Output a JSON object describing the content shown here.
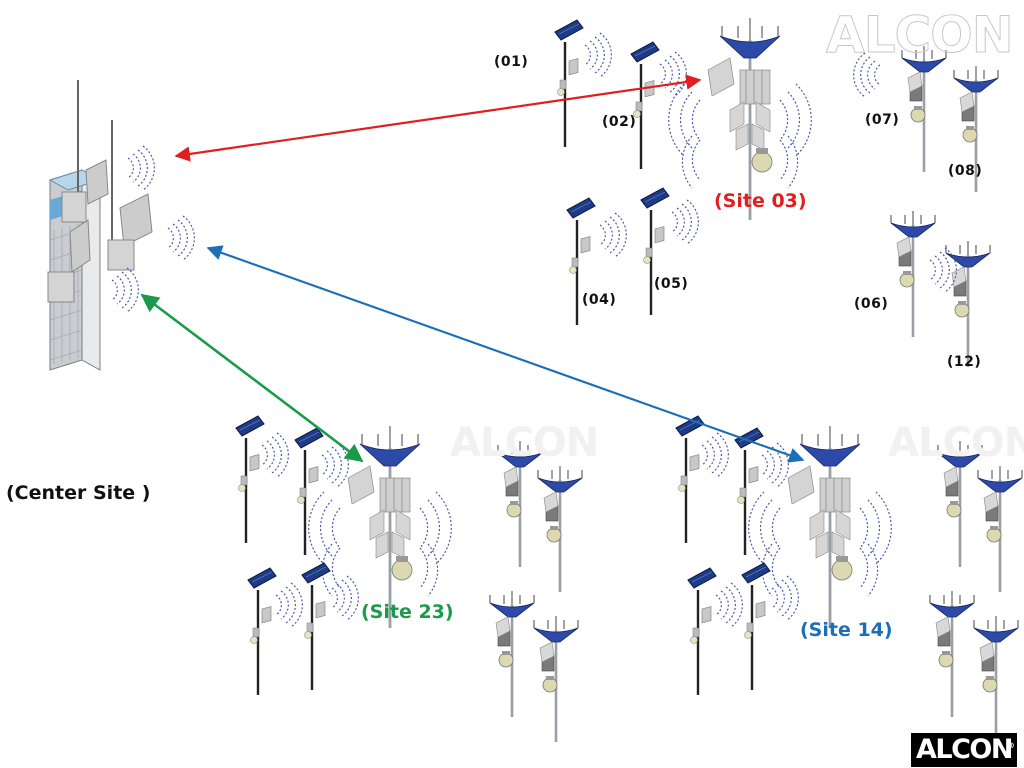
{
  "brand": {
    "watermark_text": "ALCON",
    "logo_text": "ALCON",
    "registered_mark": "®"
  },
  "center": {
    "label": "(Center Site )"
  },
  "sites": {
    "site03": {
      "label": "(Site 03)",
      "color": "#e02020"
    },
    "site23": {
      "label": "(Site 23)",
      "color": "#1a9a4a"
    },
    "site14": {
      "label": "(Site 14)",
      "color": "#1a6fb8"
    }
  },
  "nodes": {
    "n01": "(01)",
    "n02": "(02)",
    "n04": "(04)",
    "n05": "(05)",
    "n06": "(06)",
    "n07": "(07)",
    "n08": "(08)",
    "n12": "(12)"
  },
  "links": [
    {
      "name": "link-center-site03",
      "color": "#e02020"
    },
    {
      "name": "link-center-site14",
      "color": "#1a6fb8"
    },
    {
      "name": "link-center-site23",
      "color": "#1a9a4a"
    }
  ],
  "icons": [
    "solar-pole-icon",
    "lamp-pole-icon",
    "camera-pole-icon",
    "antenna-panel-icon",
    "wifi-signal-icon",
    "building-tower-icon"
  ]
}
